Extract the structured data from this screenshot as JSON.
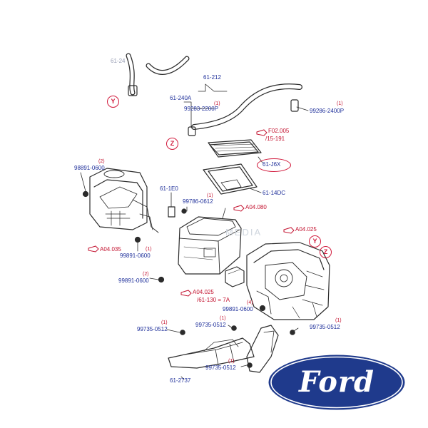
{
  "diagram": {
    "labels": {
      "top_part": "61-212",
      "top_cut": "61-24",
      "hose_clamp_a": "61-240A",
      "hose_clamp_b": "99283-2200P",
      "bolt_right": "99286-2400P",
      "ref_f02": "F02.005",
      "ref_f02_sub": "/15-191",
      "filter_part": "61-J6X",
      "filter_cover": "61-14DC",
      "left_screw": "98891-0600",
      "part_1e0": "61-1E0",
      "screw_99786": "99786-0612",
      "ref_a04_080": "A04.080",
      "ref_a04_035": "A04.035",
      "screw_left_low": "99891-0600",
      "ref_a04_025_top": "A04.025",
      "screw_mid": "99891-0600",
      "ref_a04_025_mid": "A04.025",
      "ref_a04_025_mid_sub": "/61-130 = 7A",
      "screw_center": "99891-0600",
      "screw_b1": "99735-0512",
      "screw_b2": "99735-0512",
      "screw_b3": "99735-0512",
      "screw_b4": "99735-0512",
      "duct_part": "61-2737",
      "watermark": "MEDIA"
    },
    "quantities": {
      "bolt_right": "(1)",
      "hose_clamp": "(1)",
      "left_screw": "(2)",
      "screw_99786": "(1)",
      "screw_left_low": "(1)",
      "screw_mid": "(2)",
      "screw_center": "(4)",
      "screw_b1": "(1)",
      "screw_b2": "(1)",
      "screw_b3": "(1)",
      "screw_b4": "(1)"
    },
    "callouts": {
      "y_left": "Y",
      "z_left": "Z",
      "y_right": "Y",
      "z_right": "Z"
    },
    "colors": {
      "label": "#1e2f9a",
      "quantity": "#c3122f",
      "callout": "#d11a3c",
      "line_art": "#2b2b2b",
      "logo_blue": "#1f3a8c"
    }
  },
  "logo": {
    "text": "Ford",
    "icon": "ford-oval-logo"
  }
}
